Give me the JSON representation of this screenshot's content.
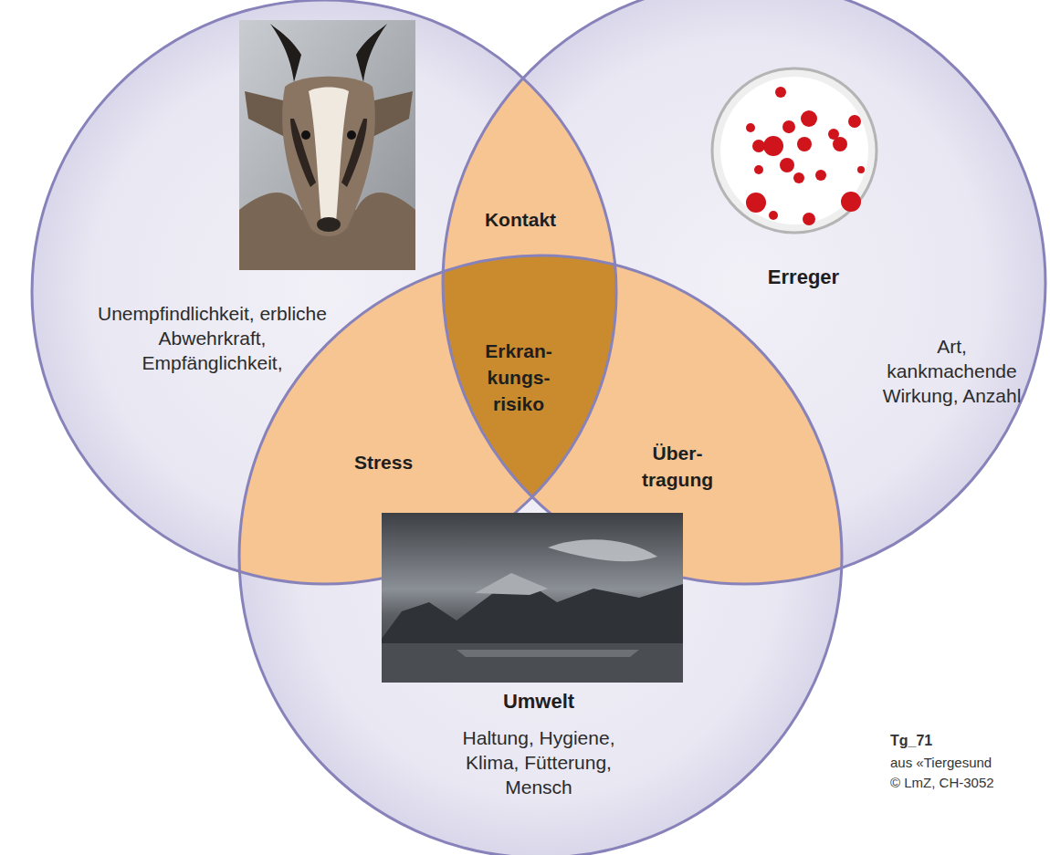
{
  "diagram": {
    "nodes": [
      {
        "text": [
          "Unempfindlichkeit, erbliche Abwehrkraft, Empfänglichkeit,"
        ]
      },
      {
        "text": [
          "Erreger",
          "Art, kankmachende Wirkung, Anzahl"
        ]
      },
      {
        "text": [
          "Umwelt",
          "Haltung, Hygiene, Klima, Fütterung, Mensch"
        ]
      },
      {
        "text": [
          "Kontakt"
        ]
      },
      {
        "text": [
          "Erkran- kungs- risiko"
        ]
      },
      {
        "text": [
          "Stress"
        ]
      },
      {
        "text": [
          "Über- tragung"
        ]
      }
    ],
    "labels": [
      "Tg_71",
      "aus «Tiergesund",
      "© LmZ, CH-3052"
    ]
  }
}
